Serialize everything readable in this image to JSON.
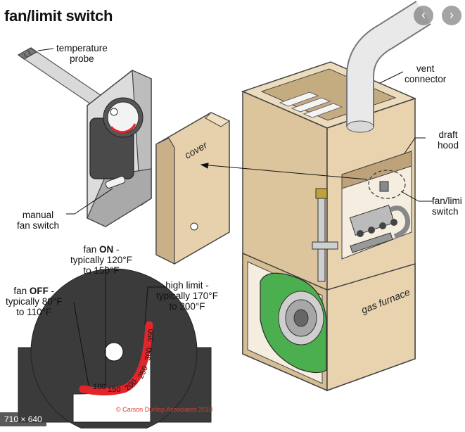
{
  "title": "fan/limit switch",
  "labels": {
    "temperature_probe": [
      "temperature",
      "probe"
    ],
    "manual_fan_switch": [
      "manual",
      "fan switch"
    ],
    "cover": "cover",
    "vent_connector": [
      "vent",
      "connector"
    ],
    "draft_hood": [
      "draft",
      "hood"
    ],
    "fan_limit_switch": [
      "fan/limi",
      "switch"
    ],
    "gas_furnace": "gas furnace",
    "fan_on": {
      "prefix": "fan ",
      "strong": "ON",
      "suffix": " -",
      "lines": [
        "typically 120°F",
        "to 150°F"
      ]
    },
    "fan_off": {
      "prefix": "fan ",
      "strong": "OFF",
      "suffix": " -",
      "lines": [
        "typically 80°F",
        "to 110°F"
      ]
    },
    "high_limit": [
      "high limit -",
      "typically 170°F",
      "to 200°F"
    ]
  },
  "dial_ticks": [
    "100",
    "150",
    "200",
    "250",
    "300",
    "350"
  ],
  "credit": "© Carson Dunlop Associates 2018",
  "image_size_badge": "710 × 640",
  "nav": {
    "prev_icon": "chevron-left-icon",
    "next_icon": "chevron-right-icon",
    "prev": "‹",
    "next": "›"
  },
  "colors": {
    "furnace_tan": "#e6d1ac",
    "blower_green": "#4caf4f",
    "dial_red": "#e1252b",
    "housing_dark": "#3b3b3b"
  }
}
